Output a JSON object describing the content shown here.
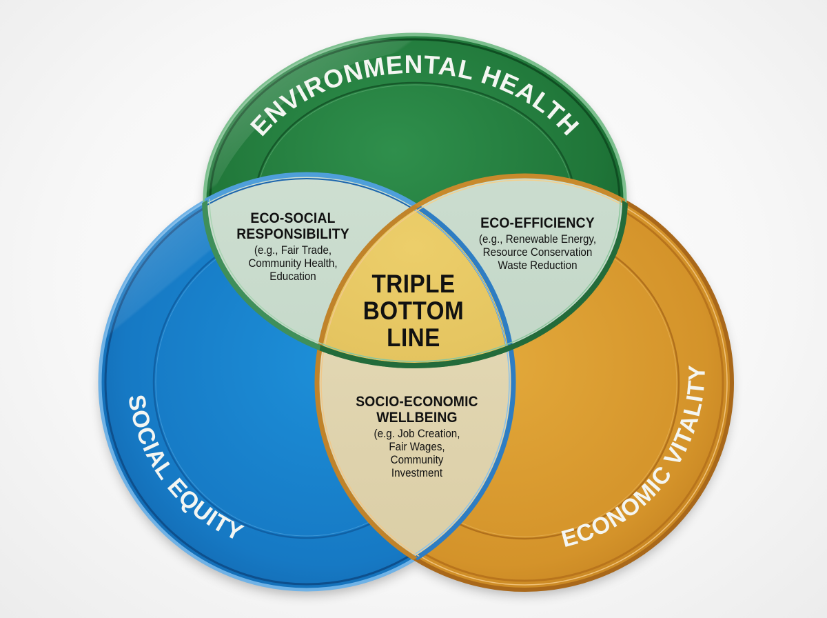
{
  "diagram": {
    "type": "venn-3",
    "center": {
      "label": [
        "TRIPLE",
        "BOTTOM",
        "LINE"
      ],
      "color": "#d9b84f"
    },
    "circles": [
      {
        "id": "environmental",
        "label": "ENVIRONMENTAL HEALTH",
        "color": "#1f7a3a",
        "rim_color": "#2b8a49",
        "position": "top"
      },
      {
        "id": "social",
        "label": "SOCIAL EQUITY",
        "color": "#1678c2",
        "rim_color": "#1b65ad",
        "position": "bottom-left"
      },
      {
        "id": "economic",
        "label": "ECONOMIC VITALITY",
        "color": "#d7962b",
        "rim_color": "#c07a1c",
        "position": "bottom-right"
      }
    ],
    "intersections": [
      {
        "id": "eco-social",
        "between": [
          "environmental",
          "social"
        ],
        "title": [
          "ECO-SOCIAL",
          "RESPONSIBILITY"
        ],
        "description": [
          "(e.g., Fair Trade,",
          "Community Health,",
          "Education"
        ],
        "color": "#c9dccd"
      },
      {
        "id": "eco-efficiency",
        "between": [
          "environmental",
          "economic"
        ],
        "title": [
          "ECO-EFFICIENCY"
        ],
        "description": [
          "(e.g., Renewable Energy,",
          "Resource Conservation",
          "Waste Reduction"
        ],
        "color": "#c9dccd"
      },
      {
        "id": "socio-economic",
        "between": [
          "social",
          "economic"
        ],
        "title": [
          "SOCIO-ECONOMIC",
          "WELLBEING"
        ],
        "description": [
          "(e.g. Job Creation,",
          "Fair Wages,",
          "Community",
          "Investment"
        ],
        "color": "#e6dcbc"
      }
    ]
  }
}
